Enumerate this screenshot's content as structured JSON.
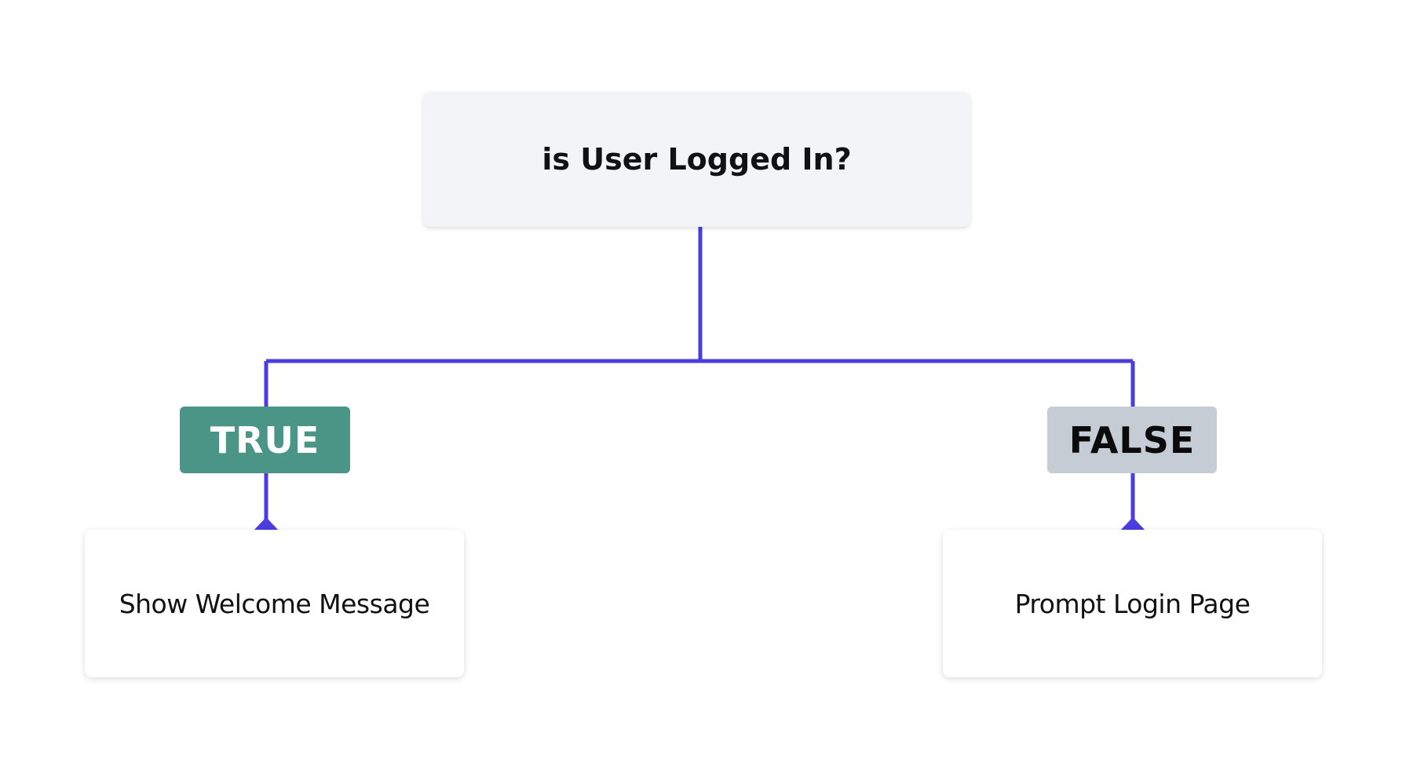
{
  "diagram": {
    "decision": {
      "label": "is User Logged In?"
    },
    "branches": {
      "true": {
        "label": "TRUE",
        "outcome": "Show Welcome Message"
      },
      "false": {
        "label": "FALSE",
        "outcome": "Prompt Login Page"
      }
    }
  },
  "colors": {
    "connector": "#4a3ee0",
    "true_badge": "#4a9585",
    "false_badge": "#c6ccd4",
    "decision_fill": "#f2f4f7"
  }
}
